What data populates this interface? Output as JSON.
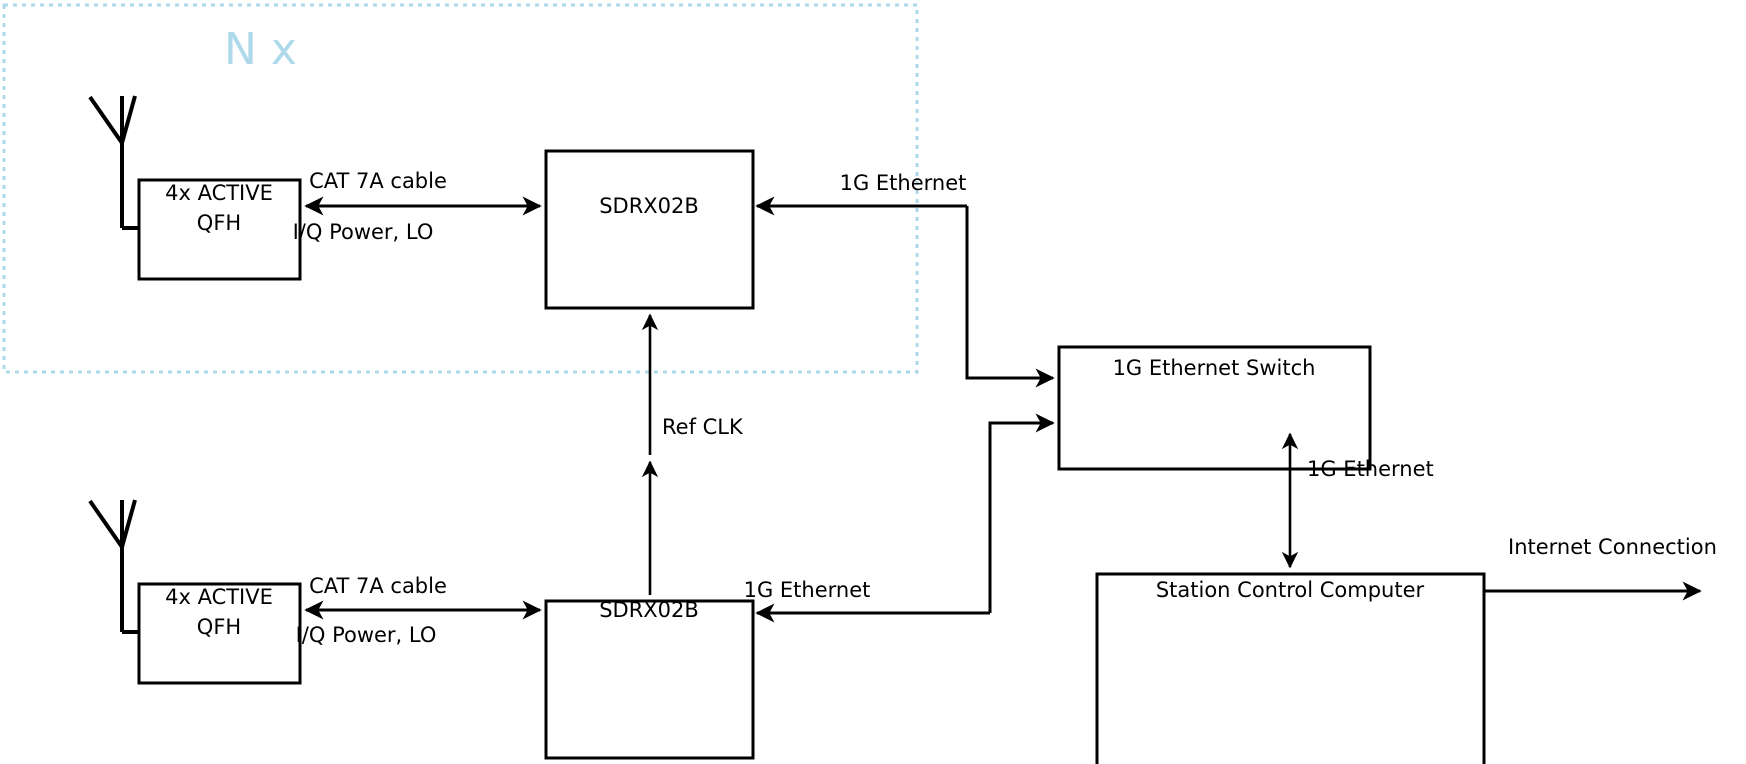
{
  "diagram": {
    "title": "Ground station receiver block diagram",
    "colors": {
      "group_frame": "#aed9ea",
      "group_label": "#aed9ea",
      "stroke": "#000000",
      "background": "#ffffff"
    },
    "group": {
      "multiplier_label": "N x"
    },
    "nodes": {
      "antenna_top": {
        "label": "",
        "icon": "antenna-icon"
      },
      "antenna_bottom": {
        "label": "",
        "icon": "antenna-icon"
      },
      "qfh_top_line1": "4x ACTIVE",
      "qfh_top_line2": "QFH",
      "qfh_bottom_line1": "4x ACTIVE",
      "qfh_bottom_line2": "QFH",
      "sdr_top": "SDRX02B",
      "sdr_bottom": "SDRX02B",
      "switch": "1G Ethernet Switch",
      "computer": "Station Control Computer"
    },
    "edges": {
      "cat7a_top": "CAT 7A cable",
      "iq_power_lo_top": "I/Q Power, LO",
      "cat7a_bottom": "CAT 7A cable",
      "iq_power_lo_bottom": "I/Q Power, LO",
      "eth_top": "1G Ethernet",
      "eth_bottom": "1G Ethernet",
      "eth_switch_computer": "1G Ethernet",
      "ref_clk": "Ref CLK",
      "internet": "Internet Connection"
    }
  }
}
